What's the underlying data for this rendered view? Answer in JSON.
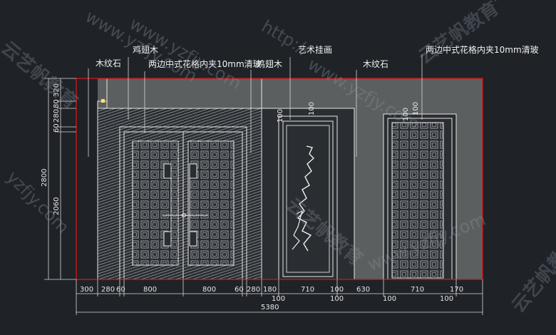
{
  "annotations": {
    "wood_stone_left": "木纹石",
    "wenge_top": "鸡翅木",
    "glass_left": "两边中式花格内夹10mm清玻",
    "wenge_mid": "鸡翅木",
    "art_panel": "艺术挂画",
    "wood_stone_right": "木纹石",
    "glass_right": "两边中式花格内夹10mm清玻"
  },
  "dimensions": {
    "horizontal_top_row": [
      "300",
      "280",
      "60",
      "800",
      "800",
      "60",
      "280",
      "180",
      "710",
      "100",
      "630",
      "710",
      "170"
    ],
    "horizontal_second_row": [
      "100",
      "100",
      "100",
      "100"
    ],
    "total_width": "5380",
    "vertical_left_outer": [
      "2800"
    ],
    "vertical_left_inner": [
      "320",
      "80",
      "280",
      "60",
      "2060"
    ],
    "vertical_panel_tops": [
      "100",
      "100",
      "100",
      "100"
    ]
  },
  "watermarks": {
    "site": "www.yzfjy.com",
    "site_prefix": "http://",
    "site_alt": "yzfjy.com",
    "brand": "云艺帆教育"
  },
  "colors": {
    "background": "#1f2227",
    "line": "#e8e8e8",
    "wall_fill": "#5c5f5f",
    "red_frame": "#d01818",
    "marker": "#ffe45c"
  }
}
